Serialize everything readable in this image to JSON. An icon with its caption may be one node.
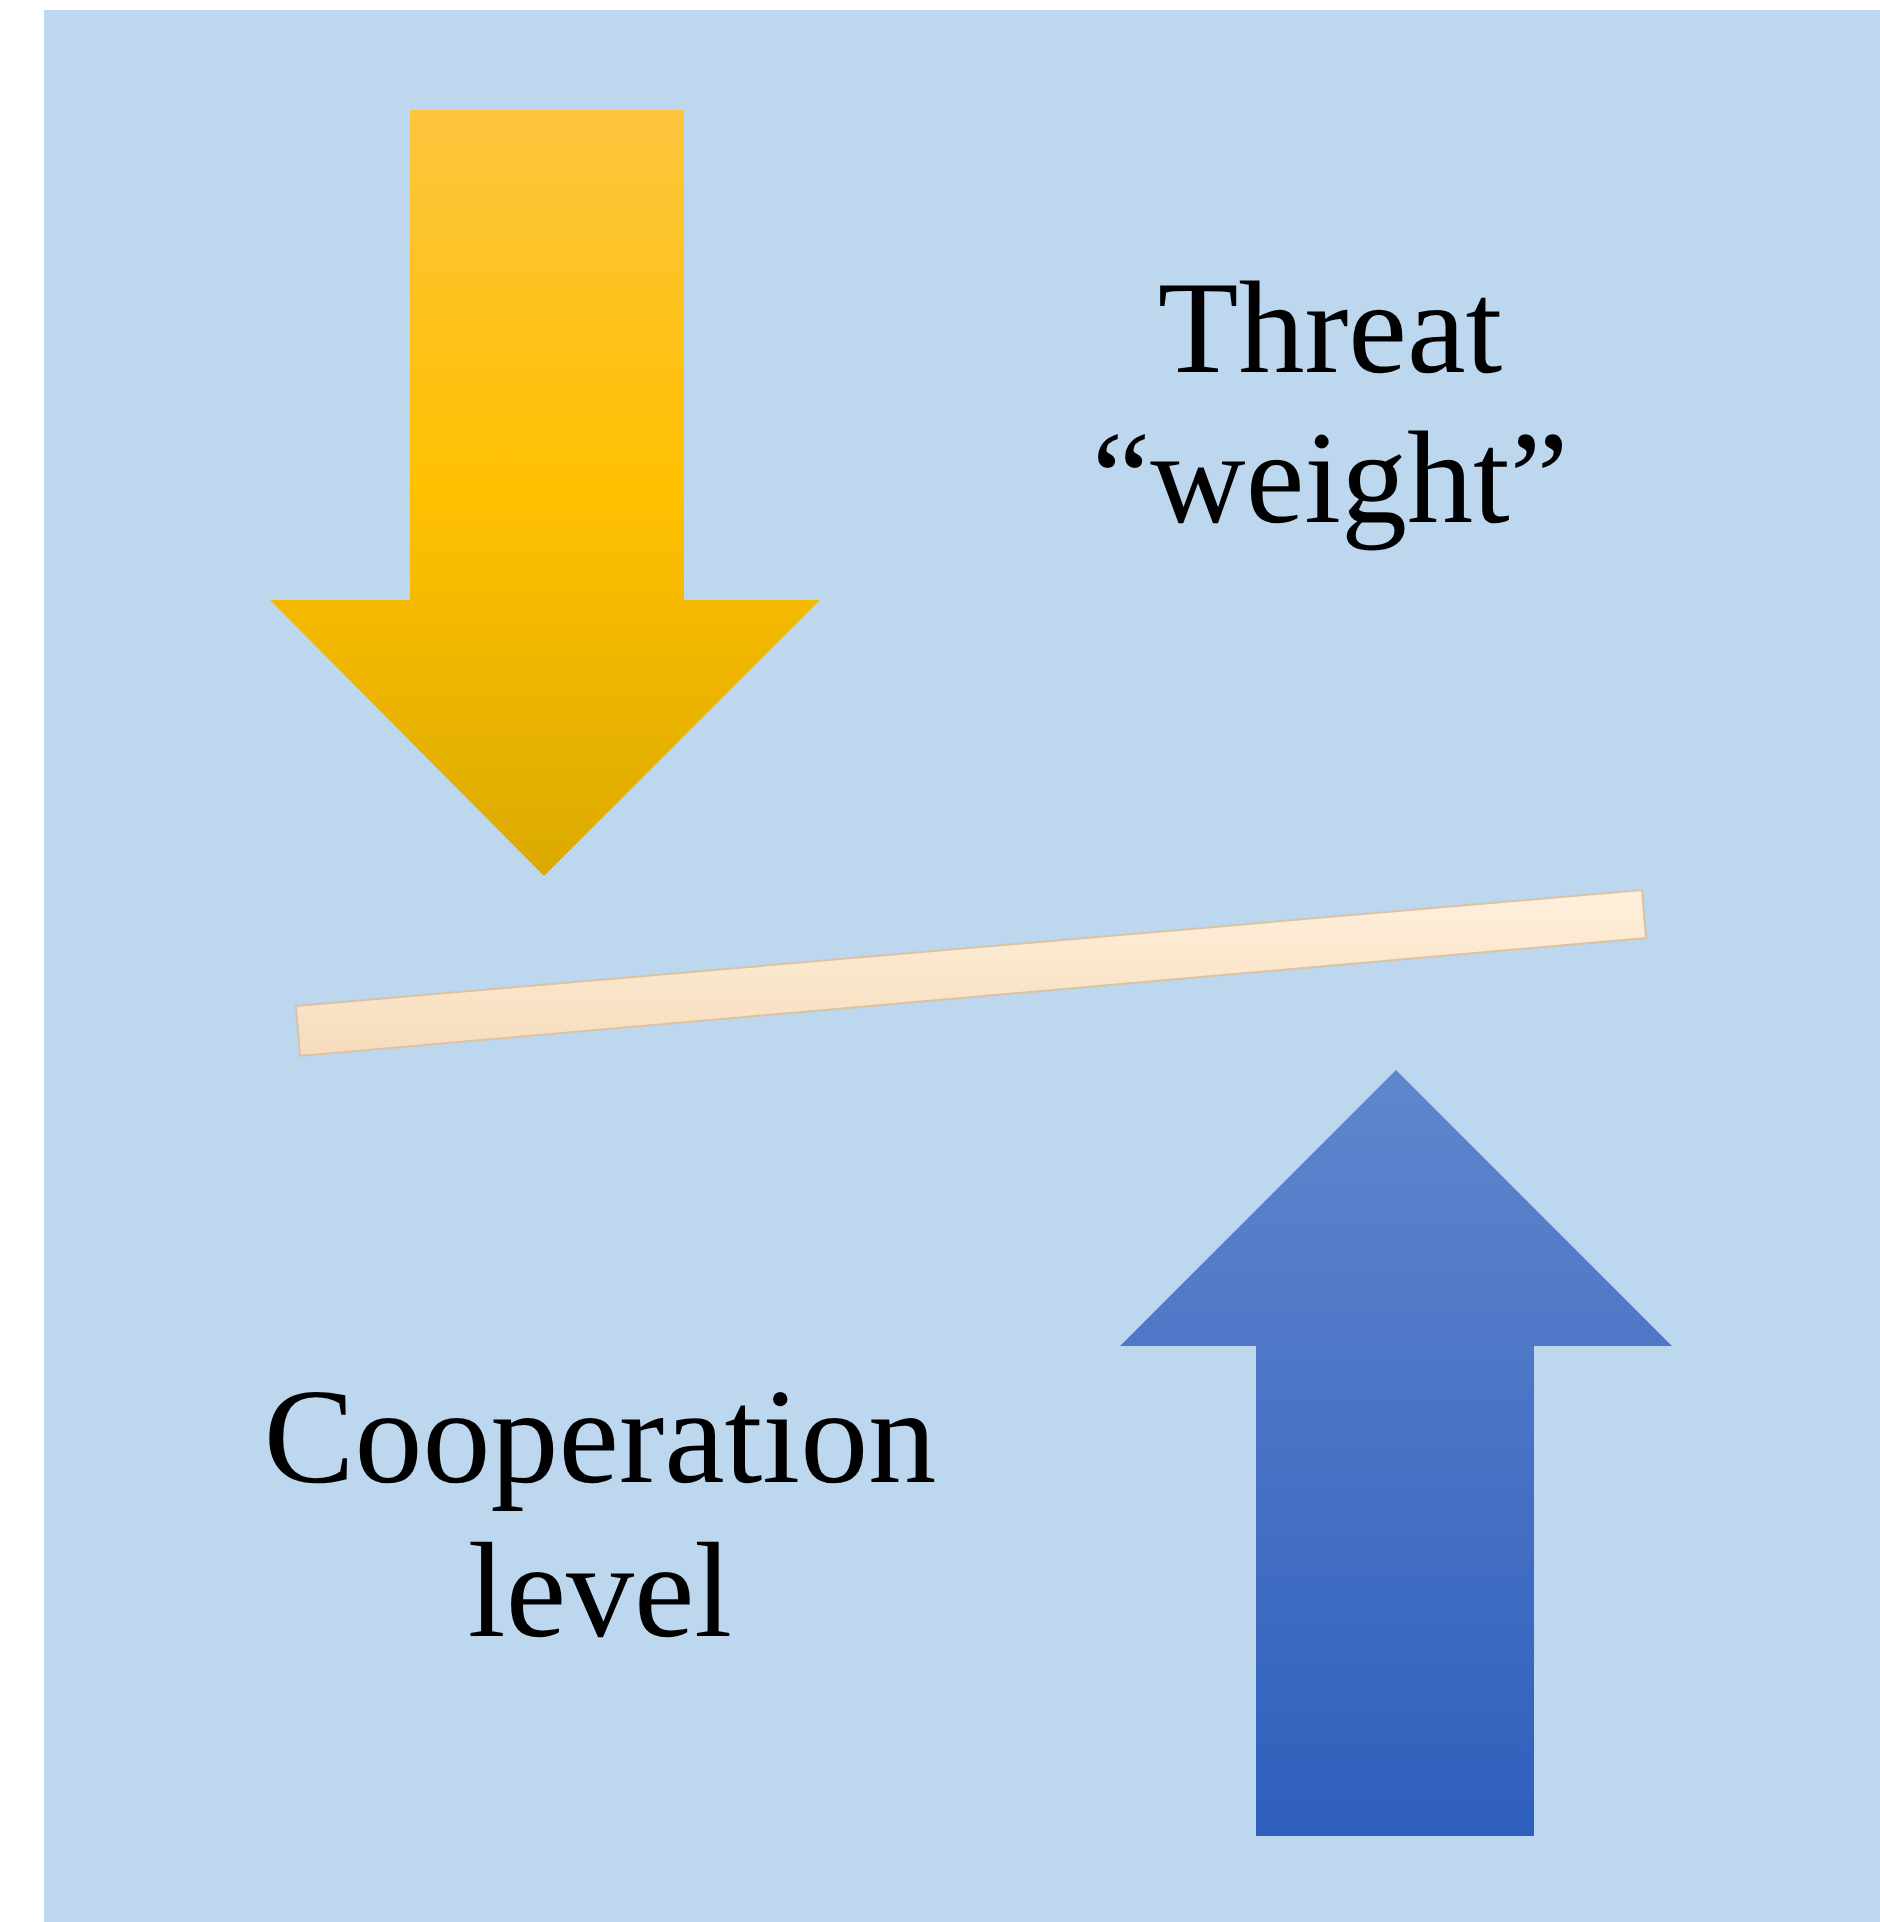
{
  "diagram": {
    "nodes": [
      {
        "text": [],
        "shape": "bar"
      }
    ],
    "labels": [
      "Threat “weight”",
      "Cooperation level"
    ]
  }
}
